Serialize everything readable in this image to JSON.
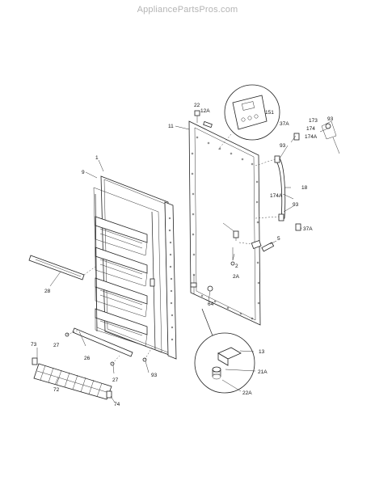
{
  "watermark": "AppliancePartsPros.com",
  "callouts": {
    "c1": "1",
    "c9": "9",
    "c11": "11",
    "c22": "22",
    "c12A": "12A",
    "c151": "151",
    "c37A_top": "37A",
    "c173": "173",
    "c93_top": "93",
    "c174": "174",
    "c174A_top": "174A",
    "c93_a": "93",
    "c18": "18",
    "c174A": "174A",
    "c93_b": "93",
    "c37A_bottom": "37A",
    "c5": "5",
    "c2": "2",
    "c2A": "2A",
    "c64": "64",
    "c28": "28",
    "c73": "73",
    "c27_a": "27",
    "c26": "26",
    "c27_b": "27",
    "c93_c": "93",
    "c72": "72",
    "c74": "74",
    "c13": "13",
    "c21A": "21A",
    "c22A": "22A"
  }
}
